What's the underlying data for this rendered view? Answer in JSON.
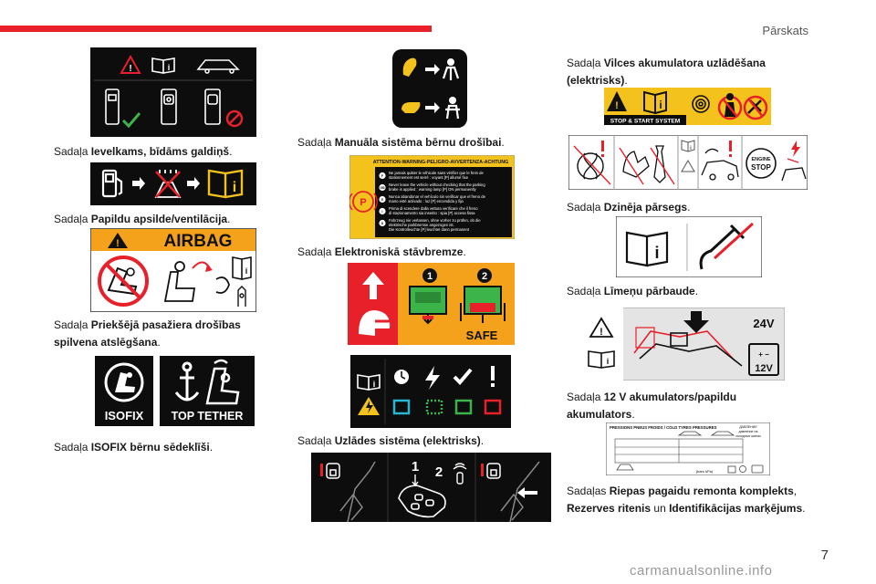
{
  "header": {
    "section_title": "Pārskats"
  },
  "page_number": "7",
  "watermark": "carmanualsonline.info",
  "captions": {
    "c1": {
      "prefix": "Sadaļa ",
      "bold": "Ievelkams, bīdāms galdiņš",
      "suffix": "."
    },
    "c2": {
      "prefix": "Sadaļa ",
      "bold": "Papildu apsilde/ventilācija",
      "suffix": "."
    },
    "c3": {
      "prefix": "Sadaļa ",
      "bold": "Priekšējā pasažiera drošības spilvena atslēgšana",
      "suffix": "."
    },
    "c4": {
      "prefix": "Sadaļa ",
      "bold": "ISOFIX bērnu sēdeklīši",
      "suffix": "."
    },
    "c5": {
      "prefix": "Sadaļa ",
      "bold": "Manuāla sistēma bērnu drošībai",
      "suffix": "."
    },
    "c6": {
      "prefix": "Sadaļa ",
      "bold": "Elektroniskā stāvbremze",
      "suffix": "."
    },
    "c7": {
      "prefix": "Sadaļa ",
      "bold": "Uzlādes sistēma (elektrisks)",
      "suffix": "."
    },
    "c8": {
      "prefix": "Sadaļa ",
      "bold": "Vilces akumulatora uzlādēšana (elektrisks)",
      "suffix": "."
    },
    "c9": {
      "prefix": "Sadaļa ",
      "bold": "Dzinēja pārsegs",
      "suffix": "."
    },
    "c10": {
      "prefix": "Sadaļa ",
      "bold": "Līmeņu pārbaude",
      "suffix": "."
    },
    "c11": {
      "prefix": "Sadaļa ",
      "bold": "12 V akumulators/papildu akumulators",
      "suffix": "."
    },
    "c12": {
      "prefix": "Sadaļas ",
      "bold": "Riepas pagaidu remonta komplekts",
      "mid": ", ",
      "bold2": "Rezerves ritenis",
      "mid2": " un ",
      "bold3": "Identifikācijas marķējums",
      "suffix": "."
    }
  },
  "labels": {
    "airbag": "AIRBAG",
    "isofix": "ISOFIX",
    "top_tether": "TOP TETHER",
    "safe": "SAFE",
    "step_1": "1",
    "step_2": "2",
    "stop_start": "STOP & START SYSTEM",
    "engine_stop": [
      "ENGINE",
      "STOP"
    ],
    "v24": "24V",
    "v12": "12V",
    "epb_header": "ATTENTION-WARNING-PELIGRO-AVVERTENZA-ACHTUNG",
    "epb_lines": [
      [
        "F",
        "Ne jamais quitter le véhicule sans vérifier que le frein de",
        "stationnement est serré : voyant [P] allumé fixe"
      ],
      [
        "GB",
        "Never leave the vehicle without checking that the parking",
        "brake is applied : warning lamp [P] ON permanently"
      ],
      [
        "E",
        "Nunca abandonar el vehículo sin verificar que el freno de",
        "mano esté activado : luz [P] encendida y fija"
      ],
      [
        "I",
        "Prima di scendere dalla vettura verificare che il freno",
        "di stazionamento sia inserito : spia [P] accesa fissa"
      ],
      [
        "D",
        "Fahrzeug nie verlassen, ohne vorher zu prüfen, ob die",
        "elektrische parkbremse angezogen ist."
      ]
    ],
    "epb_last": "Die Kontrolleuchte [P] leuchtet dann permanent",
    "tyre_title": "PRESSIONS PNEUS FROIDS / COLD TYRES PRESSURES",
    "tyre_ru": [
      "ДАВЛЕНИЕ",
      "давление на",
      "холодных шинах"
    ],
    "tyre_bars": "(bars  kPa)"
  },
  "colors": {
    "accent_red": "#e8202a",
    "label_black": "#0d0d0d",
    "safe_orange": "#f4a21c",
    "yellow": "#f4c21c",
    "green": "#3cb44a",
    "cyan": "#27b6d6"
  }
}
